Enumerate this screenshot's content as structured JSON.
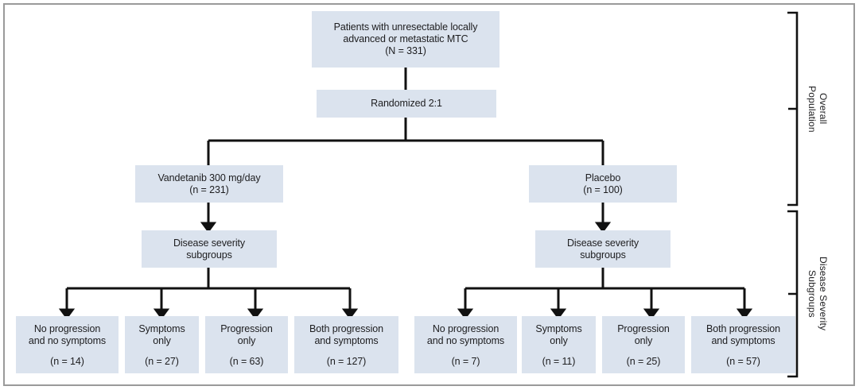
{
  "figure": {
    "title_node": {
      "lines": [
        "Patients with unresectable locally",
        "advanced or metastatic MTC"
      ],
      "count": "(N = 331)"
    },
    "randomization": {
      "label": "Randomized 2:1"
    },
    "arms": [
      {
        "name": "vandetanib",
        "label": "Vandetanib 300 mg/day",
        "count": "(n = 231)"
      },
      {
        "name": "placebo",
        "label": "Placebo",
        "count": "(n = 100)"
      }
    ],
    "subgroup_headers": [
      {
        "lines": [
          "Disease severity",
          "subgroups"
        ]
      },
      {
        "lines": [
          "Disease severity",
          "subgroups"
        ]
      }
    ],
    "subgroups": [
      {
        "lines": [
          "No progression",
          "and no symptoms"
        ],
        "count": "(n = 14)"
      },
      {
        "lines": [
          "Symptoms",
          "only"
        ],
        "count": "(n = 27)"
      },
      {
        "lines": [
          "Progression",
          "only"
        ],
        "count": "(n = 63)"
      },
      {
        "lines": [
          "Both progression",
          "and symptoms"
        ],
        "count": "(n = 127)"
      },
      {
        "lines": [
          "No progression",
          "and no symptoms"
        ],
        "count": "(n = 7)"
      },
      {
        "lines": [
          "Symptoms",
          "only"
        ],
        "count": "(n = 11)"
      },
      {
        "lines": [
          "Progression",
          "only"
        ],
        "count": "(n = 25)"
      },
      {
        "lines": [
          "Both progression",
          "and symptoms"
        ],
        "count": "(n = 57)"
      }
    ],
    "brackets": [
      {
        "name": "overall-population",
        "label": "Overall\nPopulation"
      },
      {
        "name": "disease-severity-subgroups",
        "label": "Disease Severity\nSubgroups"
      }
    ],
    "colors": {
      "node_fill": "#dbe3ee",
      "connector": "#111111",
      "frame": "#9a9a9a",
      "text": "#1d1d1f"
    }
  }
}
